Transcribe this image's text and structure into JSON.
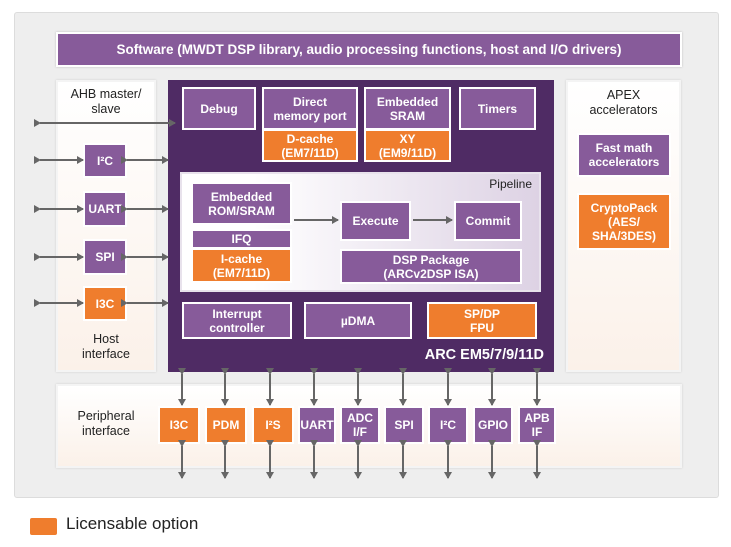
{
  "software": "Software (MWDT DSP library, audio processing functions, host and I/O drivers)",
  "left_panel": {
    "title_line1": "AHB master/",
    "title_line2": "slave",
    "blocks": [
      "I²C",
      "UART",
      "SPI",
      "I3C"
    ],
    "footer_line1": "Host",
    "footer_line2": "interface"
  },
  "right_panel": {
    "title_line1": "APEX",
    "title_line2": "accelerators",
    "fast_math": [
      "Fast math",
      "accelerators"
    ],
    "cryptopack": [
      "CryptoPack",
      "(AES/",
      "SHA/3DES)"
    ]
  },
  "core": {
    "title": "ARC EM5/7/9/11D",
    "debug": "Debug",
    "dmp": [
      "Direct",
      "memory port"
    ],
    "dcache": [
      "D-cache",
      "(EM7/11D)"
    ],
    "sram": [
      "Embedded",
      "SRAM"
    ],
    "xy": [
      "XY",
      "(EM9/11D)"
    ],
    "timers": "Timers",
    "pipeline": {
      "title": "Pipeline",
      "rom": [
        "Embedded",
        "ROM/SRAM"
      ],
      "ifq": "IFQ",
      "icache": [
        "I-cache",
        "(EM7/11D)"
      ],
      "execute": "Execute",
      "commit": "Commit",
      "dsp": [
        "DSP Package",
        "(ARCv2DSP ISA)"
      ]
    },
    "interrupt": [
      "Interrupt",
      "controller"
    ],
    "udma": "µDMA",
    "fpu": [
      "SP/DP",
      "FPU"
    ]
  },
  "peripheral": {
    "title_line1": "Peripheral",
    "title_line2": "interface",
    "blocks": [
      {
        "label": [
          "I3C"
        ],
        "option": true
      },
      {
        "label": [
          "PDM"
        ],
        "option": true
      },
      {
        "label": [
          "I²S"
        ],
        "option": true
      },
      {
        "label": [
          "UART"
        ],
        "option": false
      },
      {
        "label": [
          "ADC",
          "I/F"
        ],
        "option": false
      },
      {
        "label": [
          "SPI"
        ],
        "option": false
      },
      {
        "label": [
          "I²C"
        ],
        "option": false
      },
      {
        "label": [
          "GPIO"
        ],
        "option": false
      },
      {
        "label": [
          "APB",
          "IF"
        ],
        "option": false
      }
    ]
  },
  "legend": "Licensable option",
  "colors": {
    "core": "#4f2b64",
    "block": "#875b9a",
    "option": "#ef7d2d",
    "arrow": "#666666"
  }
}
